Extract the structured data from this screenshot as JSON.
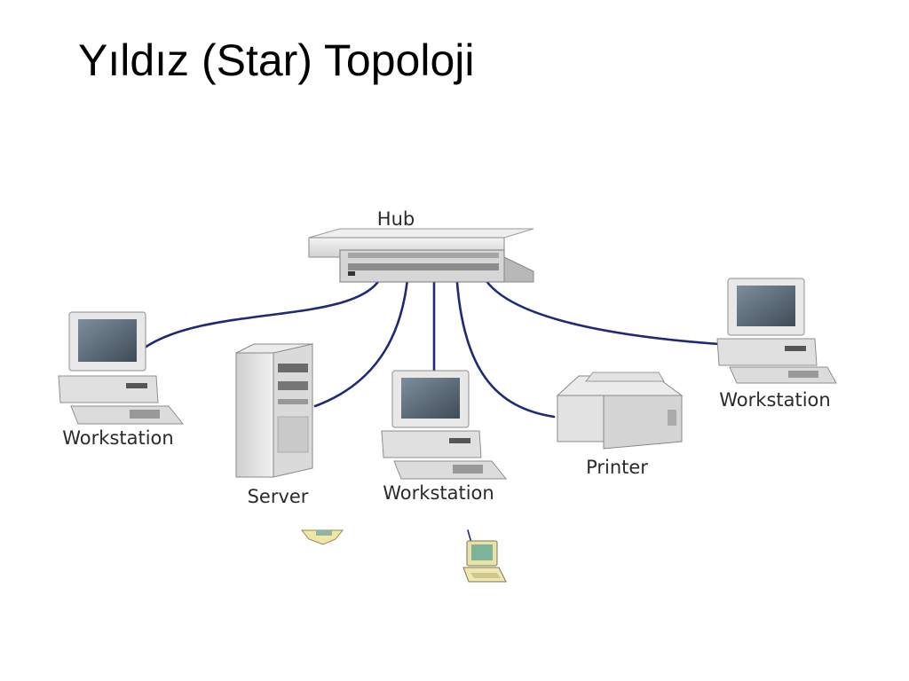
{
  "slide": {
    "title": "Yıldız (Star) Topoloji"
  },
  "diagram": {
    "nodes": {
      "hub": "Hub",
      "workstation_left": "Workstation",
      "server": "Server",
      "workstation_center": "Workstation",
      "printer": "Printer",
      "workstation_right": "Workstation"
    }
  },
  "colors": {
    "cable": "#1d2a78",
    "device_body": "#e4e4e4",
    "screen": "#5a6e7c"
  }
}
